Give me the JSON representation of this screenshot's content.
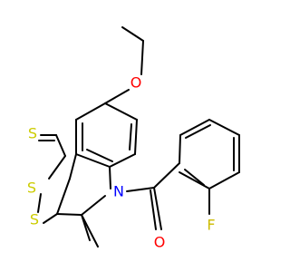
{
  "molecule": {
    "atoms": {
      "ether_oxygen": {
        "label": "O",
        "color": "#ff0000"
      },
      "thione_sulfur": {
        "label": "S",
        "color": "#cccc00"
      },
      "ring_sulfur_top": {
        "label": "S",
        "color": "#cccc00"
      },
      "ring_sulfur_bottom": {
        "label": "S",
        "color": "#cccc00"
      },
      "amide_nitrogen": {
        "label": "N",
        "color": "#0000ff"
      },
      "carbonyl_oxygen": {
        "label": "O",
        "color": "#ff0000"
      },
      "fluorine": {
        "label": "F",
        "color": "#ccbb00"
      }
    },
    "bond_color": "#000000"
  }
}
